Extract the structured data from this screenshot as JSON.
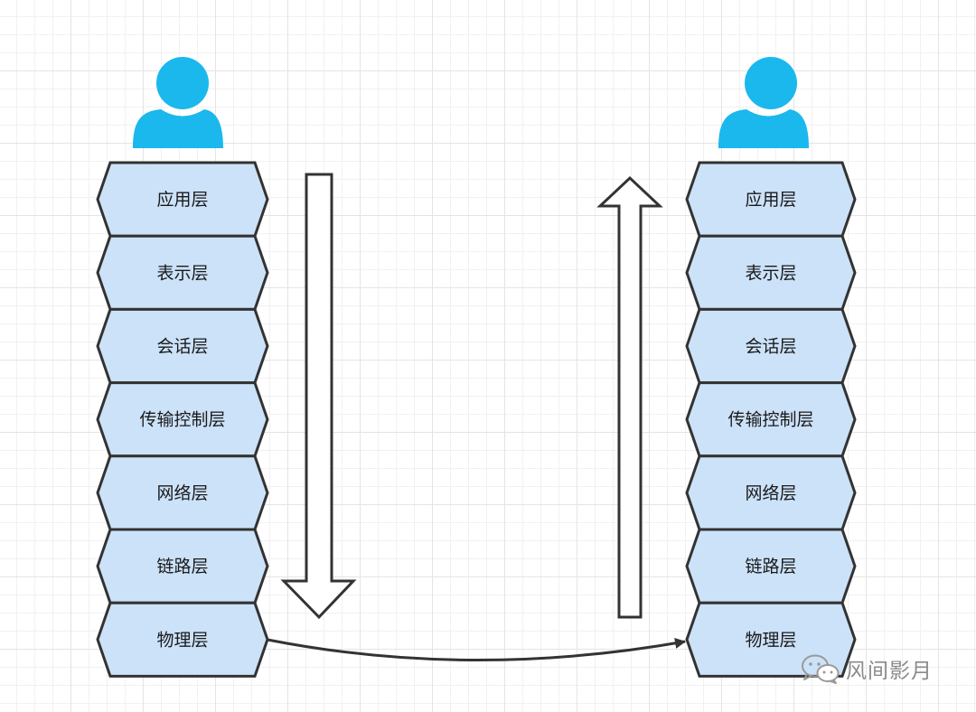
{
  "diagram": {
    "left_stack": {
      "layers": [
        "应用层",
        "表示层",
        "会话层",
        "传输控制层",
        "网络层",
        "链路层",
        "物理层"
      ]
    },
    "right_stack": {
      "layers": [
        "应用层",
        "表示层",
        "会话层",
        "传输控制层",
        "网络层",
        "链路层",
        "物理层"
      ]
    },
    "colors": {
      "layer_fill": "#cce2f9",
      "layer_stroke": "#333333",
      "person_fill": "#1ab8ed",
      "arrow_fill": "#ffffff",
      "connector": "#333333"
    },
    "icons": {
      "sender": "person-icon",
      "receiver": "person-icon",
      "down_arrow": "down-arrow-icon",
      "up_arrow": "up-arrow-icon",
      "watermark": "wechat-icon"
    }
  },
  "watermark": {
    "text": "风间影月"
  }
}
